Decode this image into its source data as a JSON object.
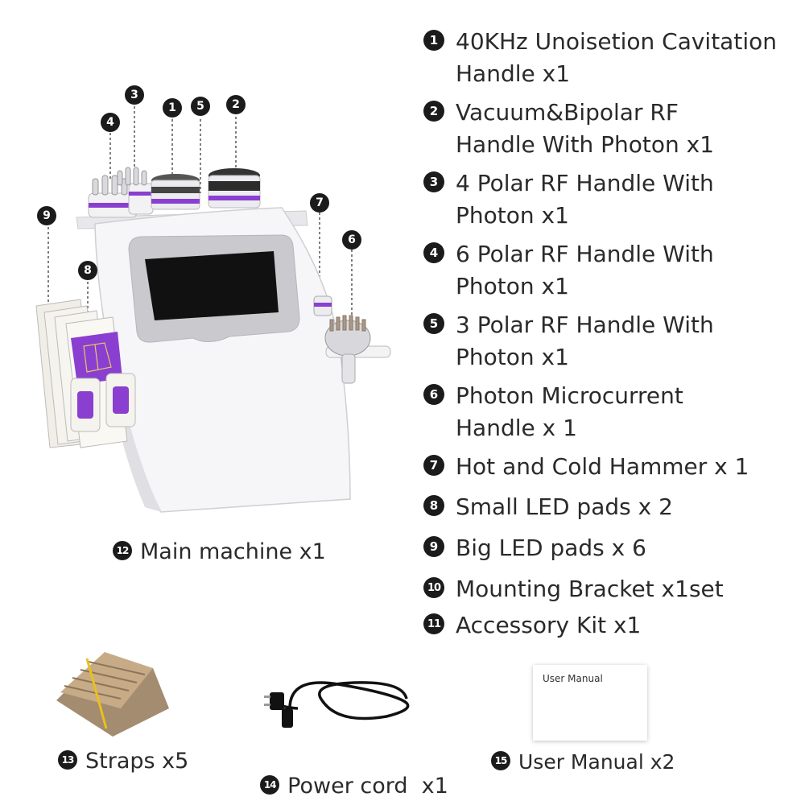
{
  "parts": [
    {
      "num": "1",
      "lines": [
        "40KHz Unoisetion Cavitation",
        "Handle x1"
      ]
    },
    {
      "num": "2",
      "lines": [
        "Vacuum&Bipolar RF",
        "Handle With Photon x1"
      ]
    },
    {
      "num": "3",
      "lines": [
        "4 Polar RF Handle With",
        "Photon x1"
      ]
    },
    {
      "num": "4",
      "lines": [
        "6 Polar RF Handle With",
        "Photon x1"
      ]
    },
    {
      "num": "5",
      "lines": [
        "3 Polar RF Handle With",
        "Photon x1"
      ]
    },
    {
      "num": "6",
      "lines": [
        "Photon Microcurrent",
        "Handle x 1"
      ]
    },
    {
      "num": "7",
      "lines": [
        "Hot and Cold Hammer x 1"
      ]
    },
    {
      "num": "8",
      "lines": [
        "Small LED pads x 2"
      ]
    },
    {
      "num": "9",
      "lines": [
        "Big LED pads x 6"
      ]
    },
    {
      "num": "10",
      "lines": [
        "Mounting Bracket x1set"
      ]
    },
    {
      "num": "11",
      "lines": [
        "Accessory Kit x1"
      ]
    }
  ],
  "main_machine": {
    "num": "12",
    "label": "Main machine x1"
  },
  "straps": {
    "num": "13",
    "label": "Straps x5"
  },
  "power_cord": {
    "num": "14",
    "label": "Power cord  x1"
  },
  "user_manual": {
    "num": "15",
    "label": "User Manual x2",
    "sheet_title": "User Manual"
  },
  "callouts": {
    "c1": "1",
    "c2": "2",
    "c3": "3",
    "c4": "4",
    "c5": "5",
    "c6": "6",
    "c7": "7",
    "c8": "8",
    "c9": "9"
  },
  "colors": {
    "accent": "#8a3fd0",
    "badge": "#1b1b1b",
    "text": "#2a2a2a"
  }
}
